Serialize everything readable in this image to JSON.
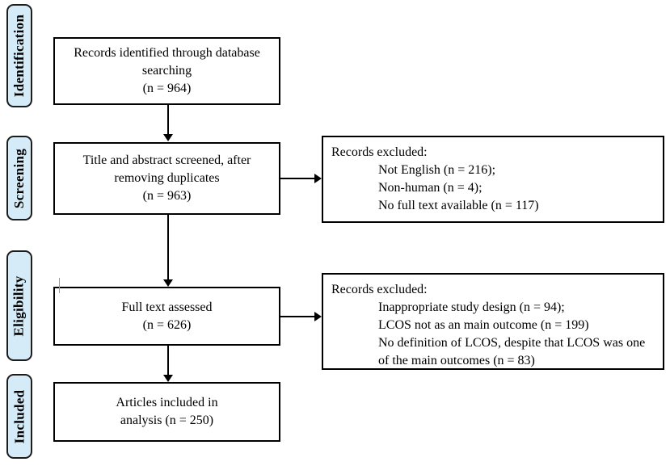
{
  "colors": {
    "stage_fill": "#d6ebf8",
    "stage_border": "#1c1c1c",
    "box_bg": "#ffffff",
    "box_border": "#000000",
    "arrow": "#000000",
    "text": "#000000"
  },
  "stages": [
    {
      "label": "Identification"
    },
    {
      "label": "Screening"
    },
    {
      "label": "Eligibility"
    },
    {
      "label": "Included"
    }
  ],
  "flow": [
    {
      "lines": [
        "Records identified through database",
        "searching",
        "(n = 964)"
      ]
    },
    {
      "lines": [
        "Title and abstract screened, after",
        "removing duplicates",
        "(n = 963)"
      ]
    },
    {
      "lines": [
        "Full text assessed",
        "(n = 626)"
      ]
    },
    {
      "lines": [
        "Articles included in",
        "analysis (n = 250)"
      ]
    }
  ],
  "exclusions": [
    {
      "heading": "Records excluded:",
      "items": [
        "Not English (n = 216);",
        "Non-human (n = 4);",
        "No full text available (n = 117)"
      ]
    },
    {
      "heading": "Records excluded:",
      "items": [
        "Inappropriate study design (n = 94);",
        "LCOS not as an main outcome (n = 199)",
        "No definition of LCOS, despite that LCOS was one of the main outcomes (n = 83)"
      ]
    }
  ]
}
